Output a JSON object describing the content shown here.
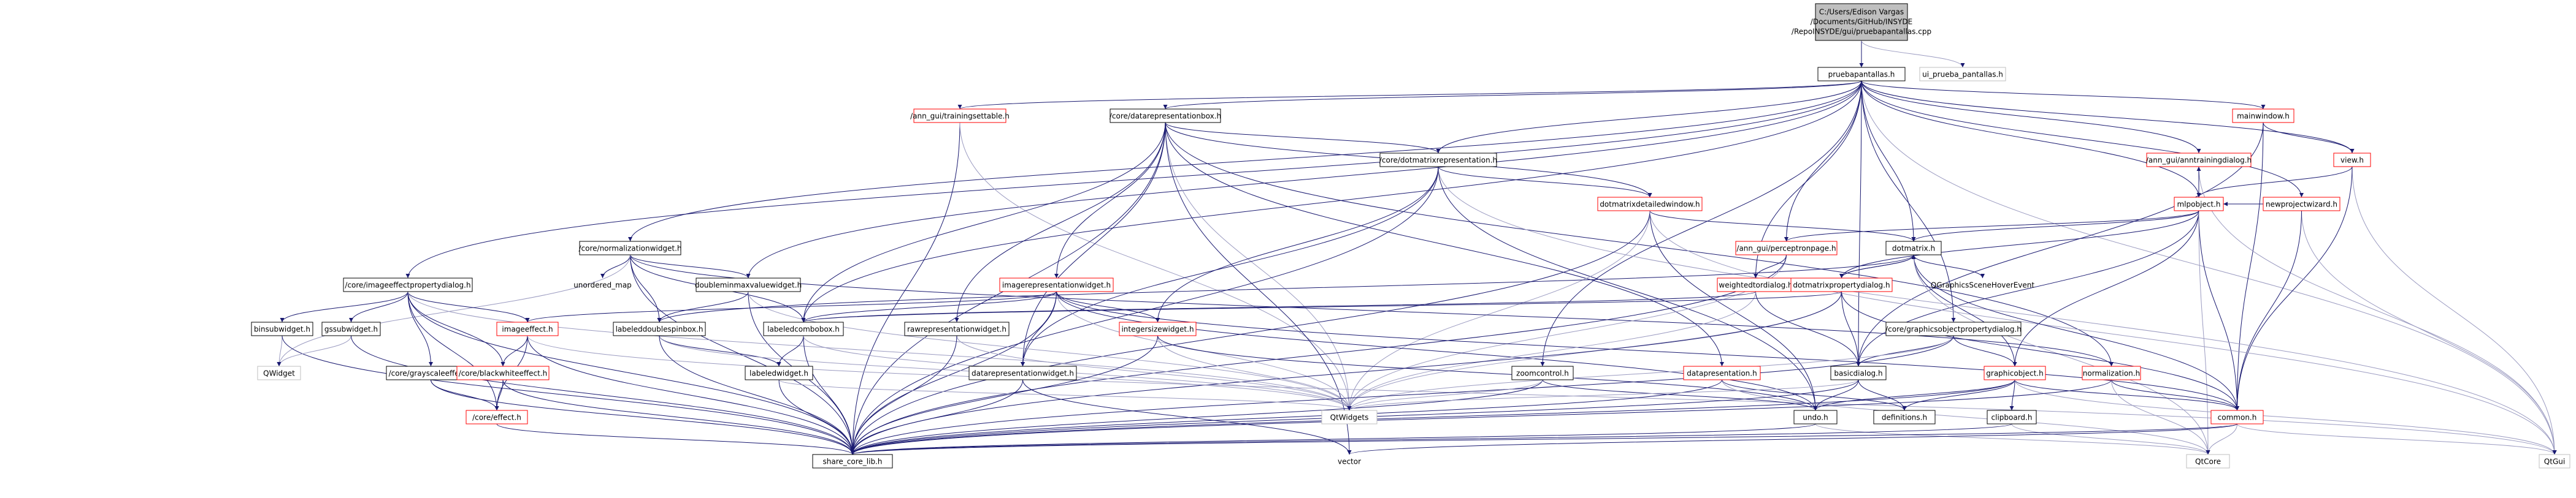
{
  "nodes": [
    {
      "id": "root",
      "label": "C:/Users/Edison Vargas/Documents/GitHub/INSYDE/RepoINSYDE/gui/pruebapantallas.cpp",
      "style": "grey"
    },
    {
      "id": "pruebapantallas_h",
      "label": "pruebapantallas.h",
      "style": "normal"
    },
    {
      "id": "ui_prueba_pantallas_h",
      "label": "ui_prueba_pantallas.h",
      "style": "light"
    },
    {
      "id": "ann_trainingsettable",
      "label": "/ann_gui/trainingsettable.h",
      "style": "red"
    },
    {
      "id": "core_datarepresentationbox",
      "label": "/core/datarepresentationbox.h",
      "style": "normal"
    },
    {
      "id": "mainwindow",
      "label": "mainwindow.h",
      "style": "red"
    },
    {
      "id": "view_h",
      "label": "view.h",
      "style": "red"
    },
    {
      "id": "ann_anntrainingdialog",
      "label": "/ann_gui/anntrainingdialog.h",
      "style": "red"
    },
    {
      "id": "core_dotmatrixrepresentation",
      "label": "/core/dotmatrixrepresentation.h",
      "style": "normal"
    },
    {
      "id": "mlpobject",
      "label": "mlpobject.h",
      "style": "red"
    },
    {
      "id": "newprojectwizard",
      "label": "newprojectwizard.h",
      "style": "red"
    },
    {
      "id": "dotmatrixdetailedwindow",
      "label": "dotmatrixdetailedwindow.h",
      "style": "red"
    },
    {
      "id": "core_normalizationwidget",
      "label": "/core/normalizationwidget.h",
      "style": "normal"
    },
    {
      "id": "dotmatrix_h",
      "label": "dotmatrix.h",
      "style": "normal"
    },
    {
      "id": "ann_perceptronpage",
      "label": "/ann_gui/perceptronpage.h",
      "style": "red"
    },
    {
      "id": "unordered_map",
      "label": "unordered_map",
      "style": "plain"
    },
    {
      "id": "doubleminmaxvaluewidget",
      "label": "doubleminmaxvaluewidget.h",
      "style": "normal"
    },
    {
      "id": "qgraphicsscenehoverevent",
      "label": "QGraphicsSceneHoverEvent",
      "style": "plain"
    },
    {
      "id": "core_imageeffectpropertydialog",
      "label": "/core/imageeffectpropertydialog.h",
      "style": "normal"
    },
    {
      "id": "imagerepresentationwidget",
      "label": "imagerepresentationwidget.h",
      "style": "red"
    },
    {
      "id": "weightedtordialog",
      "label": "weightedtordialog.h",
      "style": "red"
    },
    {
      "id": "dotmatrixpropertydialog",
      "label": "dotmatrixpropertydialog.h",
      "style": "red"
    },
    {
      "id": "binsubwidget",
      "label": "binsubwidget.h",
      "style": "normal"
    },
    {
      "id": "gssubwidget",
      "label": "gssubwidget.h",
      "style": "normal"
    },
    {
      "id": "imageeffect_h",
      "label": "imageeffect.h",
      "style": "red"
    },
    {
      "id": "labeleddoublespinbox",
      "label": "labeleddoublespinbox.h",
      "style": "normal"
    },
    {
      "id": "labeledcombobox",
      "label": "labeledcombobox.h",
      "style": "normal"
    },
    {
      "id": "rawrepresentationwidget",
      "label": "rawrepresentationwidget.h",
      "style": "normal"
    },
    {
      "id": "integersizewidget",
      "label": "integersizewidget.h",
      "style": "red"
    },
    {
      "id": "core_graphicsobjectpropertydialog",
      "label": "/core/graphicsobjectpropertydialog.h",
      "style": "normal"
    },
    {
      "id": "qwidget",
      "label": "QWidget",
      "style": "light"
    },
    {
      "id": "core_grayscaleeffect",
      "label": "/core/grayscaleeffect.h",
      "style": "normal"
    },
    {
      "id": "core_blackwhiteeffect",
      "label": "/core/blackwhiteeffect.h",
      "style": "red"
    },
    {
      "id": "labeledwidget",
      "label": "labeledwidget.h",
      "style": "normal"
    },
    {
      "id": "datarepresentationwidget",
      "label": "datarepresentationwidget.h",
      "style": "normal"
    },
    {
      "id": "zoomcontrol",
      "label": "zoomcontrol.h",
      "style": "normal"
    },
    {
      "id": "datapresentation",
      "label": "datapresentation.h",
      "style": "red"
    },
    {
      "id": "basicdialog",
      "label": "basicdialog.h",
      "style": "normal"
    },
    {
      "id": "graphicobject",
      "label": "graphicobject.h",
      "style": "red"
    },
    {
      "id": "normalization",
      "label": "normalization.h",
      "style": "red"
    },
    {
      "id": "core_effect",
      "label": "/core/effect.h",
      "style": "red"
    },
    {
      "id": "qtwidgets",
      "label": "QtWidgets",
      "style": "light"
    },
    {
      "id": "undo_h",
      "label": "undo.h",
      "style": "normal"
    },
    {
      "id": "definitions",
      "label": "definitions.h",
      "style": "normal"
    },
    {
      "id": "clipboard",
      "label": "clipboard.h",
      "style": "normal"
    },
    {
      "id": "common_h",
      "label": "common.h",
      "style": "red"
    },
    {
      "id": "share_core_lib",
      "label": "share_core_lib.h",
      "style": "normal"
    },
    {
      "id": "vector",
      "label": "vector",
      "style": "plain"
    },
    {
      "id": "qtcore",
      "label": "QtCore",
      "style": "light"
    },
    {
      "id": "qtgui",
      "label": "QtGui",
      "style": "light"
    }
  ],
  "edges": [
    [
      "root",
      "pruebapantallas_h"
    ],
    [
      "root",
      "ui_prueba_pantallas_h"
    ],
    [
      "pruebapantallas_h",
      "ann_trainingsettable"
    ],
    [
      "pruebapantallas_h",
      "core_datarepresentationbox"
    ],
    [
      "pruebapantallas_h",
      "mainwindow"
    ],
    [
      "pruebapantallas_h",
      "view_h"
    ],
    [
      "pruebapantallas_h",
      "ann_anntrainingdialog"
    ],
    [
      "pruebapantallas_h",
      "core_dotmatrixrepresentation"
    ],
    [
      "pruebapantallas_h",
      "mlpobject"
    ],
    [
      "pruebapantallas_h",
      "newprojectwizard"
    ],
    [
      "pruebapantallas_h",
      "core_normalizationwidget"
    ],
    [
      "pruebapantallas_h",
      "dotmatrix_h"
    ],
    [
      "pruebapantallas_h",
      "ann_perceptronpage"
    ],
    [
      "pruebapantallas_h",
      "doubleminmaxvaluewidget"
    ],
    [
      "pruebapantallas_h",
      "core_imageeffectpropertydialog"
    ],
    [
      "pruebapantallas_h",
      "weightedtordialog"
    ],
    [
      "pruebapantallas_h",
      "labeledcombobox"
    ],
    [
      "pruebapantallas_h",
      "core_graphicsobjectpropertydialog"
    ],
    [
      "pruebapantallas_h",
      "zoomcontrol"
    ],
    [
      "pruebapantallas_h",
      "qtgui"
    ],
    [
      "pruebapantallas_h",
      "basicdialog"
    ],
    [
      "ann_trainingsettable",
      "share_core_lib"
    ],
    [
      "ann_trainingsettable",
      "qtwidgets"
    ],
    [
      "core_datarepresentationbox",
      "core_dotmatrixrepresentation"
    ],
    [
      "core_datarepresentationbox",
      "dotmatrixdetailedwindow"
    ],
    [
      "core_datarepresentationbox",
      "imagerepresentationwidget"
    ],
    [
      "core_datarepresentationbox",
      "rawrepresentationwidget"
    ],
    [
      "core_datarepresentationbox",
      "datarepresentationwidget"
    ],
    [
      "core_datarepresentationbox",
      "labeledcombobox"
    ],
    [
      "core_datarepresentationbox",
      "datapresentation"
    ],
    [
      "core_datarepresentationbox",
      "qtwidgets"
    ],
    [
      "core_datarepresentationbox",
      "share_core_lib"
    ],
    [
      "core_datarepresentationbox",
      "vector"
    ],
    [
      "core_datarepresentationbox",
      "normalization"
    ],
    [
      "mainwindow",
      "view_h"
    ],
    [
      "mainwindow",
      "basicdialog"
    ],
    [
      "mainwindow",
      "common_h"
    ],
    [
      "view_h",
      "mlpobject"
    ],
    [
      "view_h",
      "qtgui"
    ],
    [
      "view_h",
      "common_h"
    ],
    [
      "ann_anntrainingdialog",
      "mlpobject"
    ],
    [
      "ann_anntrainingdialog",
      "qtgui"
    ],
    [
      "mlpobject",
      "ann_anntrainingdialog"
    ],
    [
      "mlpobject",
      "dotmatrix_h"
    ],
    [
      "mlpobject",
      "ann_perceptronpage"
    ],
    [
      "mlpobject",
      "graphicobject"
    ],
    [
      "mlpobject",
      "basicdialog"
    ],
    [
      "mlpobject",
      "common_h"
    ],
    [
      "mlpobject",
      "qtcore"
    ],
    [
      "mlpobject",
      "dotmatrixpropertydialog"
    ],
    [
      "newprojectwizard",
      "mlpobject"
    ],
    [
      "newprojectwizard",
      "qtgui"
    ],
    [
      "newprojectwizard",
      "common_h"
    ],
    [
      "core_dotmatrixrepresentation",
      "dotmatrixdetailedwindow"
    ],
    [
      "core_dotmatrixrepresentation",
      "integersizewidget"
    ],
    [
      "core_dotmatrixrepresentation",
      "datarepresentationwidget"
    ],
    [
      "core_dotmatrixrepresentation",
      "undo_h"
    ],
    [
      "core_dotmatrixrepresentation",
      "qtgui"
    ],
    [
      "core_dotmatrixrepresentation",
      "share_core_lib"
    ],
    [
      "dotmatrixdetailedwindow",
      "dotmatrix_h"
    ],
    [
      "dotmatrixdetailedwindow",
      "undo_h"
    ],
    [
      "dotmatrixdetailedwindow",
      "qtwidgets"
    ],
    [
      "dotmatrixdetailedwindow",
      "share_core_lib"
    ],
    [
      "dotmatrixdetailedwindow",
      "qtgui"
    ],
    [
      "core_normalizationwidget",
      "unordered_map"
    ],
    [
      "core_normalizationwidget",
      "doubleminmaxvaluewidget"
    ],
    [
      "core_normalizationwidget",
      "labeleddoublespinbox"
    ],
    [
      "core_normalizationwidget",
      "labeledcombobox"
    ],
    [
      "core_normalizationwidget",
      "share_core_lib"
    ],
    [
      "core_normalizationwidget",
      "normalization"
    ],
    [
      "core_normalizationwidget",
      "qwidget"
    ],
    [
      "dotmatrix_h",
      "dotmatrixpropertydialog"
    ],
    [
      "dotmatrix_h",
      "qgraphicsscenehoverevent"
    ],
    [
      "dotmatrix_h",
      "graphicobject"
    ],
    [
      "dotmatrix_h",
      "common_h"
    ],
    [
      "dotmatrix_h",
      "qtcore"
    ],
    [
      "dotmatrix_h",
      "labeleddoublespinbox"
    ],
    [
      "ann_perceptronpage",
      "weightedtordialog"
    ],
    [
      "ann_perceptronpage",
      "qtwidgets"
    ],
    [
      "ann_perceptronpage",
      "share_core_lib"
    ],
    [
      "doubleminmaxvaluewidget",
      "labeleddoublespinbox"
    ],
    [
      "doubleminmaxvaluewidget",
      "share_core_lib"
    ],
    [
      "doubleminmaxvaluewidget",
      "qtwidgets"
    ],
    [
      "core_imageeffectpropertydialog",
      "binsubwidget"
    ],
    [
      "core_imageeffectpropertydialog",
      "gssubwidget"
    ],
    [
      "core_imageeffectpropertydialog",
      "imageeffect_h"
    ],
    [
      "core_imageeffectpropertydialog",
      "core_grayscaleeffect"
    ],
    [
      "core_imageeffectpropertydialog",
      "core_blackwhiteeffect"
    ],
    [
      "core_imageeffectpropertydialog",
      "core_effect"
    ],
    [
      "core_imageeffectpropertydialog",
      "share_core_lib"
    ],
    [
      "core_imageeffectpropertydialog",
      "qtwidgets"
    ],
    [
      "imagerepresentationwidget",
      "imageeffect_h"
    ],
    [
      "imagerepresentationwidget",
      "integersizewidget"
    ],
    [
      "imagerepresentationwidget",
      "labeledcombobox"
    ],
    [
      "imagerepresentationwidget",
      "datarepresentationwidget"
    ],
    [
      "imagerepresentationwidget",
      "qtwidgets"
    ],
    [
      "imagerepresentationwidget",
      "share_core_lib"
    ],
    [
      "imagerepresentationwidget",
      "common_h"
    ],
    [
      "imagerepresentationwidget",
      "undo_h"
    ],
    [
      "weightedtordialog",
      "basicdialog"
    ],
    [
      "weightedtordialog",
      "qtwidgets"
    ],
    [
      "weightedtordialog",
      "labeledcombobox"
    ],
    [
      "dotmatrixpropertydialog",
      "dotmatrix_h"
    ],
    [
      "dotmatrixpropertydialog",
      "basicdialog"
    ],
    [
      "dotmatrixpropertydialog",
      "labeledcombobox"
    ],
    [
      "dotmatrixpropertydialog",
      "qtwidgets"
    ],
    [
      "dotmatrixpropertydialog",
      "share_core_lib"
    ],
    [
      "dotmatrixpropertydialog",
      "common_h"
    ],
    [
      "binsubwidget",
      "qwidget"
    ],
    [
      "binsubwidget",
      "share_core_lib"
    ],
    [
      "gssubwidget",
      "qwidget"
    ],
    [
      "gssubwidget",
      "share_core_lib"
    ],
    [
      "imageeffect_h",
      "core_blackwhiteeffect"
    ],
    [
      "imageeffect_h",
      "core_effect"
    ],
    [
      "imageeffect_h",
      "share_core_lib"
    ],
    [
      "imageeffect_h",
      "qtgui"
    ],
    [
      "labeleddoublespinbox",
      "labeledwidget"
    ],
    [
      "labeleddoublespinbox",
      "qtwidgets"
    ],
    [
      "labeleddoublespinbox",
      "share_core_lib"
    ],
    [
      "labeledcombobox",
      "labeledwidget"
    ],
    [
      "labeledcombobox",
      "share_core_lib"
    ],
    [
      "labeledcombobox",
      "qtwidgets"
    ],
    [
      "rawrepresentationwidget",
      "qtwidgets"
    ],
    [
      "rawrepresentationwidget",
      "share_core_lib"
    ],
    [
      "integersizewidget",
      "qtwidgets"
    ],
    [
      "integersizewidget",
      "share_core_lib"
    ],
    [
      "integersizewidget",
      "undo_h"
    ],
    [
      "core_graphicsobjectpropertydialog",
      "basicdialog"
    ],
    [
      "core_graphicsobjectpropertydialog",
      "graphicobject"
    ],
    [
      "core_graphicsobjectpropertydialog",
      "qtwidgets"
    ],
    [
      "core_graphicsobjectpropertydialog",
      "share_core_lib"
    ],
    [
      "core_grayscaleeffect",
      "core_effect"
    ],
    [
      "core_grayscaleeffect",
      "share_core_lib"
    ],
    [
      "core_blackwhiteeffect",
      "core_effect"
    ],
    [
      "core_blackwhiteeffect",
      "share_core_lib"
    ],
    [
      "labeledwidget",
      "share_core_lib"
    ],
    [
      "labeledwidget",
      "qtwidgets"
    ],
    [
      "datarepresentationwidget",
      "share_core_lib"
    ],
    [
      "datarepresentationwidget",
      "vector"
    ],
    [
      "zoomcontrol",
      "share_core_lib"
    ],
    [
      "zoomcontrol",
      "undo_h"
    ],
    [
      "zoomcontrol",
      "qtwidgets"
    ],
    [
      "datapresentation",
      "share_core_lib"
    ],
    [
      "datapresentation",
      "qtcore"
    ],
    [
      "datapresentation",
      "definitions"
    ],
    [
      "basicdialog",
      "qtwidgets"
    ],
    [
      "basicdialog",
      "undo_h"
    ],
    [
      "basicdialog",
      "share_core_lib"
    ],
    [
      "basicdialog",
      "definitions"
    ],
    [
      "graphicobject",
      "undo_h"
    ],
    [
      "graphicobject",
      "definitions"
    ],
    [
      "graphicobject",
      "clipboard"
    ],
    [
      "graphicobject",
      "common_h"
    ],
    [
      "graphicobject",
      "share_core_lib"
    ],
    [
      "graphicobject",
      "qtgui"
    ],
    [
      "normalization",
      "common_h"
    ],
    [
      "normalization",
      "qtcore"
    ],
    [
      "normalization",
      "share_core_lib"
    ],
    [
      "core_effect",
      "share_core_lib"
    ],
    [
      "undo_h",
      "share_core_lib"
    ],
    [
      "undo_h",
      "qtcore"
    ],
    [
      "clipboard",
      "share_core_lib"
    ],
    [
      "clipboard",
      "qtcore"
    ],
    [
      "common_h",
      "share_core_lib"
    ],
    [
      "common_h",
      "qtcore"
    ],
    [
      "common_h",
      "qtgui"
    ],
    [
      "common_h",
      "vector"
    ]
  ]
}
